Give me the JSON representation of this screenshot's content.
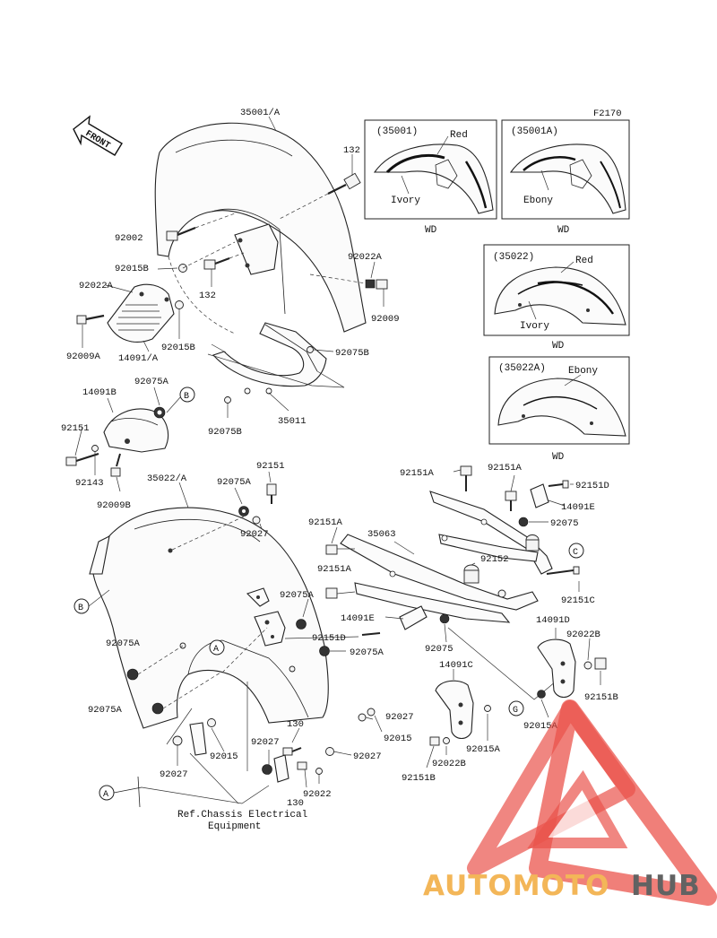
{
  "figure_code": "F2170",
  "front_label": "FRONT",
  "insets": [
    {
      "title": "(35001)",
      "labels": [
        "Red",
        "Ivory"
      ],
      "foot": "WD"
    },
    {
      "title": "(35001A)",
      "labels": [
        "Ebony"
      ],
      "foot": "WD"
    },
    {
      "title": "(35022)",
      "labels": [
        "Red",
        "Ivory"
      ],
      "foot": "WD"
    },
    {
      "title": "(35022A)",
      "labels": [
        "Ebony"
      ],
      "foot": "WD"
    }
  ],
  "parts": {
    "p35001A": "35001/A",
    "p132a": "132",
    "p132b": "132",
    "p92002": "92002",
    "p92015B_a": "92015B",
    "p92015B_b": "92015B",
    "p92022A_a": "92022A",
    "p92022A_b": "92022A",
    "p92009": "92009",
    "p92009A": "92009A",
    "p14091A": "14091/A",
    "p92075B_a": "92075B",
    "p92075B_b": "92075B",
    "p35011": "35011",
    "p14091B": "14091B",
    "p92075A_a": "92075A",
    "p92151_a": "92151",
    "p92143": "92143",
    "p92009B": "92009B",
    "p35022A": "35022/A",
    "p92075A_b": "92075A",
    "p92151_b": "92151",
    "p92027_a": "92027",
    "p92151A_a": "92151A",
    "p92151A_b": "92151A",
    "p92151A_c": "92151A",
    "p92151A_d": "92151A",
    "p92151D_a": "92151D",
    "p14091E_a": "14091E",
    "p92075_a": "92075",
    "p35063": "35063",
    "p92152": "92152",
    "p92151C": "92151C",
    "p92075A_c": "92075A",
    "p14091E_b": "14091E",
    "p92151D_b": "92151D",
    "p92075A_d": "92075A",
    "p92075_b": "92075",
    "p14091D": "14091D",
    "p92022B_a": "92022B",
    "p92075A_e": "92075A",
    "p14091C": "14091C",
    "p92151B_a": "92151B",
    "p92075A_f": "92075A",
    "p92027_b": "92027",
    "p92015A_a": "92015A",
    "p92015_a": "92015",
    "p92015A_b": "92015A",
    "p130a": "130",
    "p92027_c": "92027",
    "p92027_d": "92027",
    "p92015_b": "92015",
    "p92027_e": "92027",
    "p130b": "130",
    "p92022": "92022",
    "p92022B_b": "92022B",
    "p92151B_b": "92151B"
  },
  "callouts": {
    "a1": "A",
    "a2": "A",
    "b1": "B",
    "b2": "B",
    "c1": "C",
    "g1": "G"
  },
  "ref_note": {
    "line1": "Ref.Chassis Electrical",
    "line2": "Equipment"
  },
  "watermark": {
    "part1": "AUTOMOTO",
    "part2": "HUB",
    "color_primary": "#e8453c",
    "color_accent": "#f2b04a",
    "color_dark": "#555555"
  }
}
